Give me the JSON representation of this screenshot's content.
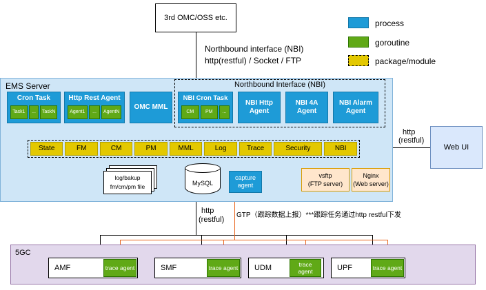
{
  "colors": {
    "process_blue": "#1e9bd7",
    "goroutine_green": "#60a917",
    "package_yellow": "#e3c800",
    "orange_line": "#e8641a"
  },
  "top": {
    "omc_label": "3rd OMC/OSS etc.",
    "nbi_line1": "Northbound interface (NBI)",
    "nbi_line2": "http(restful) / Socket / FTP"
  },
  "legend": {
    "process": "process",
    "goroutine": "goroutine",
    "package": "package/module"
  },
  "ems": {
    "title": "EMS Server",
    "cron_task": {
      "title": "Cron Task",
      "items": [
        "Task1",
        "...",
        "TaskN"
      ]
    },
    "http_rest_agent": {
      "title": "Http Rest Agent",
      "items": [
        "Agent1",
        "...",
        "AgentN"
      ]
    },
    "omc_mml": "OMC MML",
    "nbi": {
      "title": "Northbound Interface (NBI)",
      "cron_task": {
        "title": "NBI Cron Task",
        "items": [
          "CM",
          "PM",
          "..."
        ]
      },
      "http_agent": "NBI Http Agent",
      "four_a_agent": "NBI 4A Agent",
      "alarm_agent": "NBI Alarm Agent"
    },
    "package_segments": [
      "State",
      "FM",
      "CM",
      "PM",
      "MML",
      "Log",
      "Trace",
      "Security",
      "NBI"
    ],
    "files": {
      "line1": "log/bakup",
      "line2": "fm/cm/pm file"
    },
    "mysql": "MySQL",
    "capture_agent": "capture agent",
    "vsftp": {
      "line1": "vsftp",
      "line2": "(FTP server)"
    },
    "nginx": {
      "line1": "Nginx",
      "line2": "(Web server)"
    }
  },
  "right": {
    "http_line1": "http",
    "http_line2": "(restful)",
    "webui": "Web UI"
  },
  "middle": {
    "http_line1": "http",
    "http_line2": "(restful)",
    "gtp_note": "GTP（跟踪数据上报）***跟踪任务通过http restful下发"
  },
  "fivegc": {
    "title": "5GC",
    "nfs": [
      {
        "name": "AMF",
        "agent": "trace agent"
      },
      {
        "name": "SMF",
        "agent": "trace agent"
      },
      {
        "name": "UDM",
        "agent": "trace agent"
      },
      {
        "name": "UPF",
        "agent": "trace agent"
      }
    ]
  }
}
